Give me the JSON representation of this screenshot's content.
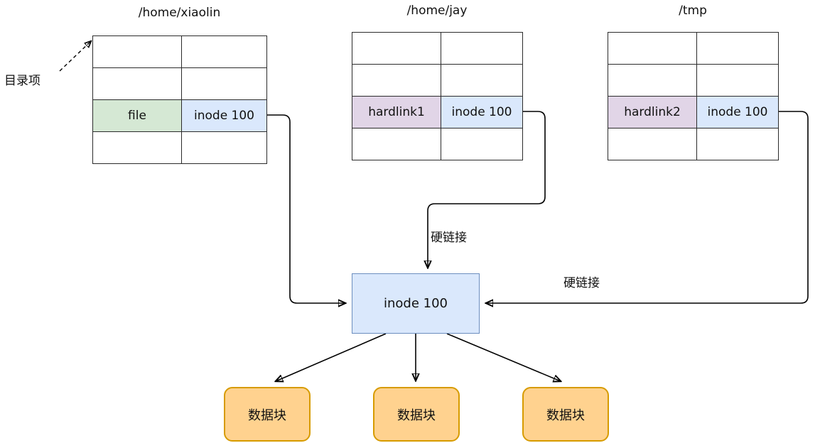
{
  "page": {
    "background": "#ffffff"
  },
  "annotations": {
    "dir_entry_label": "目录项",
    "hardlink_label_top": "硬链接",
    "hardlink_label_right": "硬链接"
  },
  "tables": [
    {
      "title": "/home/xiaolin",
      "rows": 4,
      "highlight_row": 3,
      "name_cell": {
        "text": "file",
        "bg": "#d5e8d4"
      },
      "inode_cell": {
        "text": "inode 100",
        "bg": "#dae8fc"
      }
    },
    {
      "title": "/home/jay",
      "rows": 4,
      "highlight_row": 3,
      "name_cell": {
        "text": "hardlink1",
        "bg": "#e1d5e7"
      },
      "inode_cell": {
        "text": "inode 100",
        "bg": "#dae8fc"
      }
    },
    {
      "title": "/tmp",
      "rows": 4,
      "highlight_row": 3,
      "name_cell": {
        "text": "hardlink2",
        "bg": "#e1d5e7"
      },
      "inode_cell": {
        "text": "inode 100",
        "bg": "#dae8fc"
      }
    }
  ],
  "inode_box": {
    "label": "inode 100",
    "bg": "#dae8fc",
    "border": "#6c8ebf"
  },
  "data_blocks": [
    {
      "label": "数据块"
    },
    {
      "label": "数据块"
    },
    {
      "label": "数据块"
    }
  ],
  "data_block_style": {
    "bg": "#ffd28f",
    "border": "#d79b00"
  }
}
